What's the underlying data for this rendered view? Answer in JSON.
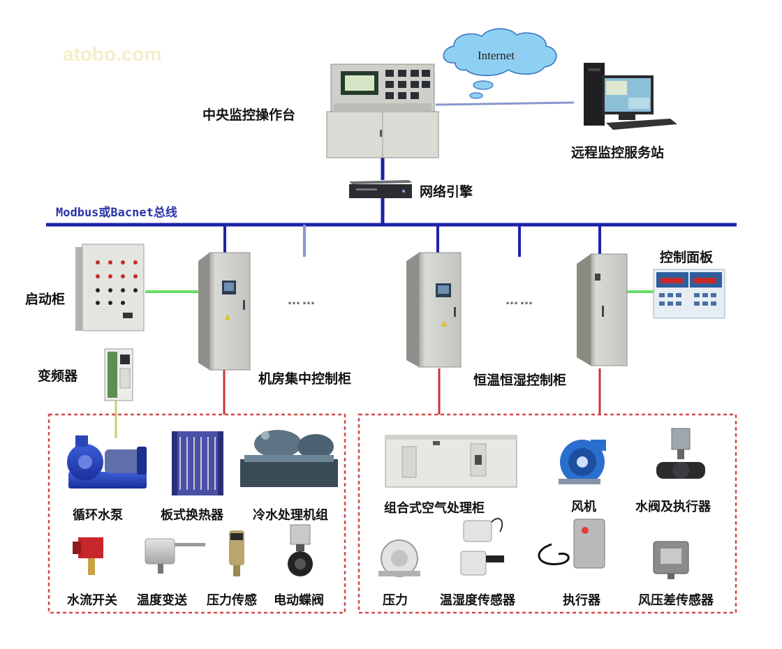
{
  "watermark": "atobo.com",
  "bus_label": "Modbus或Bacnet总线",
  "internet_label": "Internet",
  "labels": {
    "central_console": "中央监控操作台",
    "remote_server": "远程监控服务站",
    "network_engine": "网络引擎",
    "start_cabinet": "启动柜",
    "inverter": "变频器",
    "machine_room_cabinet": "机房集中控制柜",
    "constant_temp_cabinet": "恒温恒湿控制柜",
    "control_panel": "控制面板"
  },
  "ellipsis": "……",
  "left_group": [
    "循环水泵",
    "板式换热器",
    "冷水处理机组",
    "水流开关",
    "温度变送",
    "压力传感",
    "电动蝶阀"
  ],
  "right_group": [
    "组合式空气处理柜",
    "风机",
    "水阀及执行器",
    "压力",
    "温湿度传感器",
    "执行器",
    "风压差传感器"
  ],
  "colors": {
    "bus": "#1e22a8",
    "network_link": "#8a96cc",
    "device_link": "#cc3333",
    "ethernet_link": "#66dd66",
    "group_border": "#d24b4b"
  }
}
